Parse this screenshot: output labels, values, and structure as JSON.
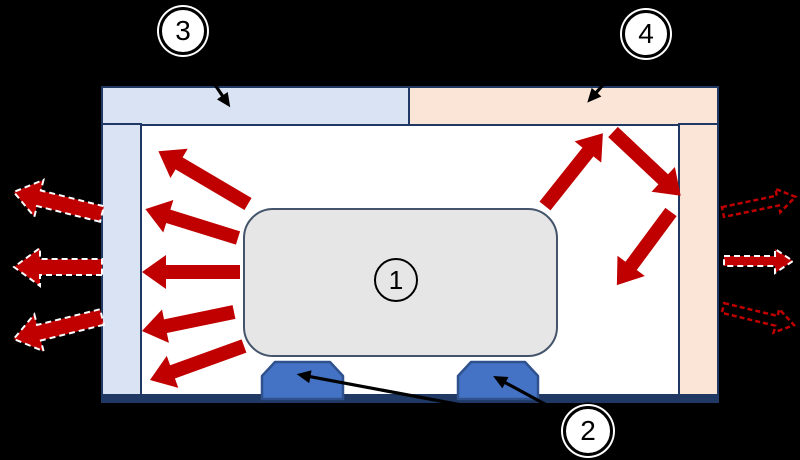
{
  "diagram": {
    "kind": "enclosure-radiative-heat-flow-cross-section",
    "callouts": {
      "object": "1",
      "supports": "2",
      "left_panel": "3",
      "right_panel": "4"
    },
    "colors": {
      "background": "#000000",
      "interior": "#FFFFFF",
      "border_navy": "#1F3864",
      "panel_blue": "#DAE3F3",
      "panel_peach": "#FBE5D6",
      "object_fill": "#E7E6E6",
      "object_border": "#44546A",
      "support_fill": "#4472C4",
      "support_border": "#2F528F",
      "arrow_red": "#C00000",
      "callout_ink": "#000000",
      "callout_fill": "#FFFFFF"
    },
    "structure": {
      "top_cover_left": "light-blue panel (callout 3)",
      "top_cover_right": "peach panel (callout 4)",
      "left_wall": "light-blue",
      "right_wall": "peach",
      "support_count": 2
    },
    "radiation_arrows": {
      "object_to_left_wall_solid": 5,
      "top_right_reflection_path_solid": 3,
      "outside_left_solid_large": 3,
      "outside_right_total": 3,
      "outside_right_styles": "one small solid, two dashed hollow"
    }
  }
}
